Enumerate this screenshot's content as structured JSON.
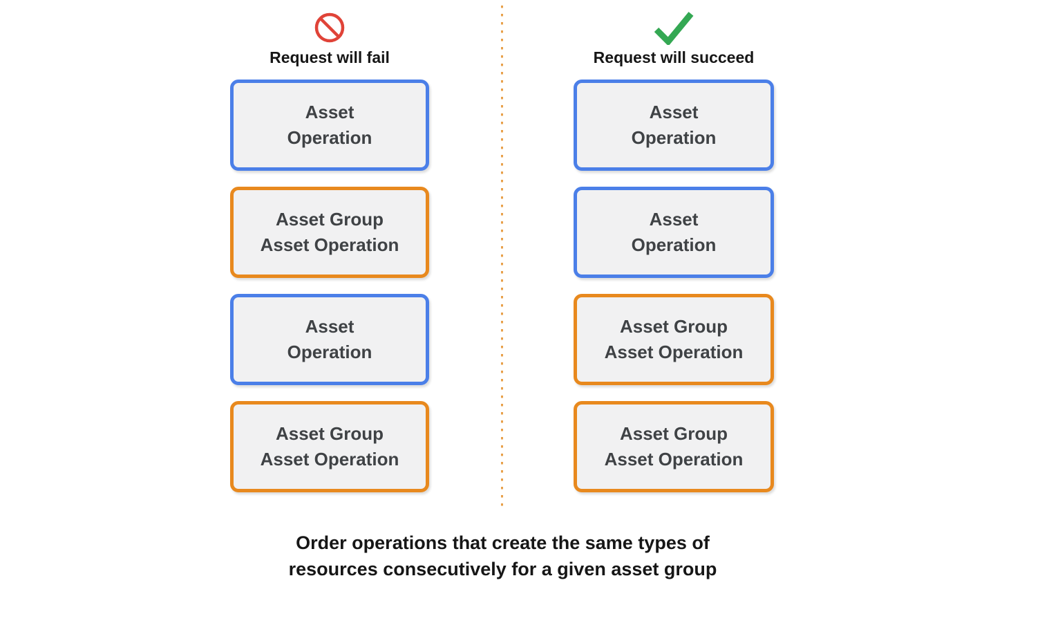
{
  "colors": {
    "blue": "#4B7FE8",
    "orange": "#E8891E",
    "red": "#E04338",
    "green": "#34A853",
    "divider": "#E8A04A",
    "box-fill": "#F1F1F2",
    "box-text": "#3F4245",
    "heading-text": "#161616"
  },
  "fail_column": {
    "title": "Request will fail",
    "icon": "prohibition-icon",
    "boxes": [
      {
        "type": "blue",
        "label": "Asset\nOperation"
      },
      {
        "type": "orange",
        "label": "Asset Group\nAsset Operation"
      },
      {
        "type": "blue",
        "label": "Asset\nOperation"
      },
      {
        "type": "orange",
        "label": "Asset Group\nAsset Operation"
      }
    ]
  },
  "succeed_column": {
    "title": "Request will succeed",
    "icon": "checkmark-icon",
    "boxes": [
      {
        "type": "blue",
        "label": "Asset\nOperation"
      },
      {
        "type": "blue",
        "label": "Asset\nOperation"
      },
      {
        "type": "orange",
        "label": "Asset Group\nAsset Operation"
      },
      {
        "type": "orange",
        "label": "Asset Group\nAsset Operation"
      }
    ]
  },
  "caption": "Order operations that create the same types of\nresources consecutively for a given asset group"
}
